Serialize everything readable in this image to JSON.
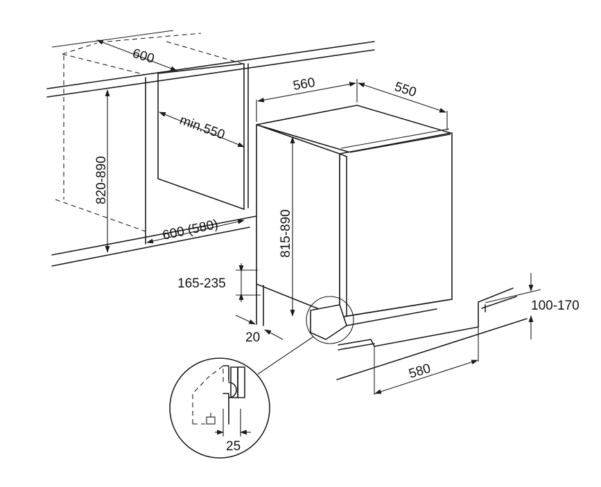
{
  "dimensions": {
    "niche_depth": "600",
    "niche_height": "820-890",
    "min_depth": "min.550",
    "niche_width": "600 (580)",
    "appliance_width": "560",
    "appliance_depth": "550",
    "appliance_height": "815-890",
    "plinth_height": "165-235",
    "side_offset": "20",
    "plinth_gap": "100-170",
    "plinth_width": "580",
    "detail_gap": "25"
  },
  "colors": {
    "line": "#1a1a1a",
    "background": "#ffffff"
  }
}
